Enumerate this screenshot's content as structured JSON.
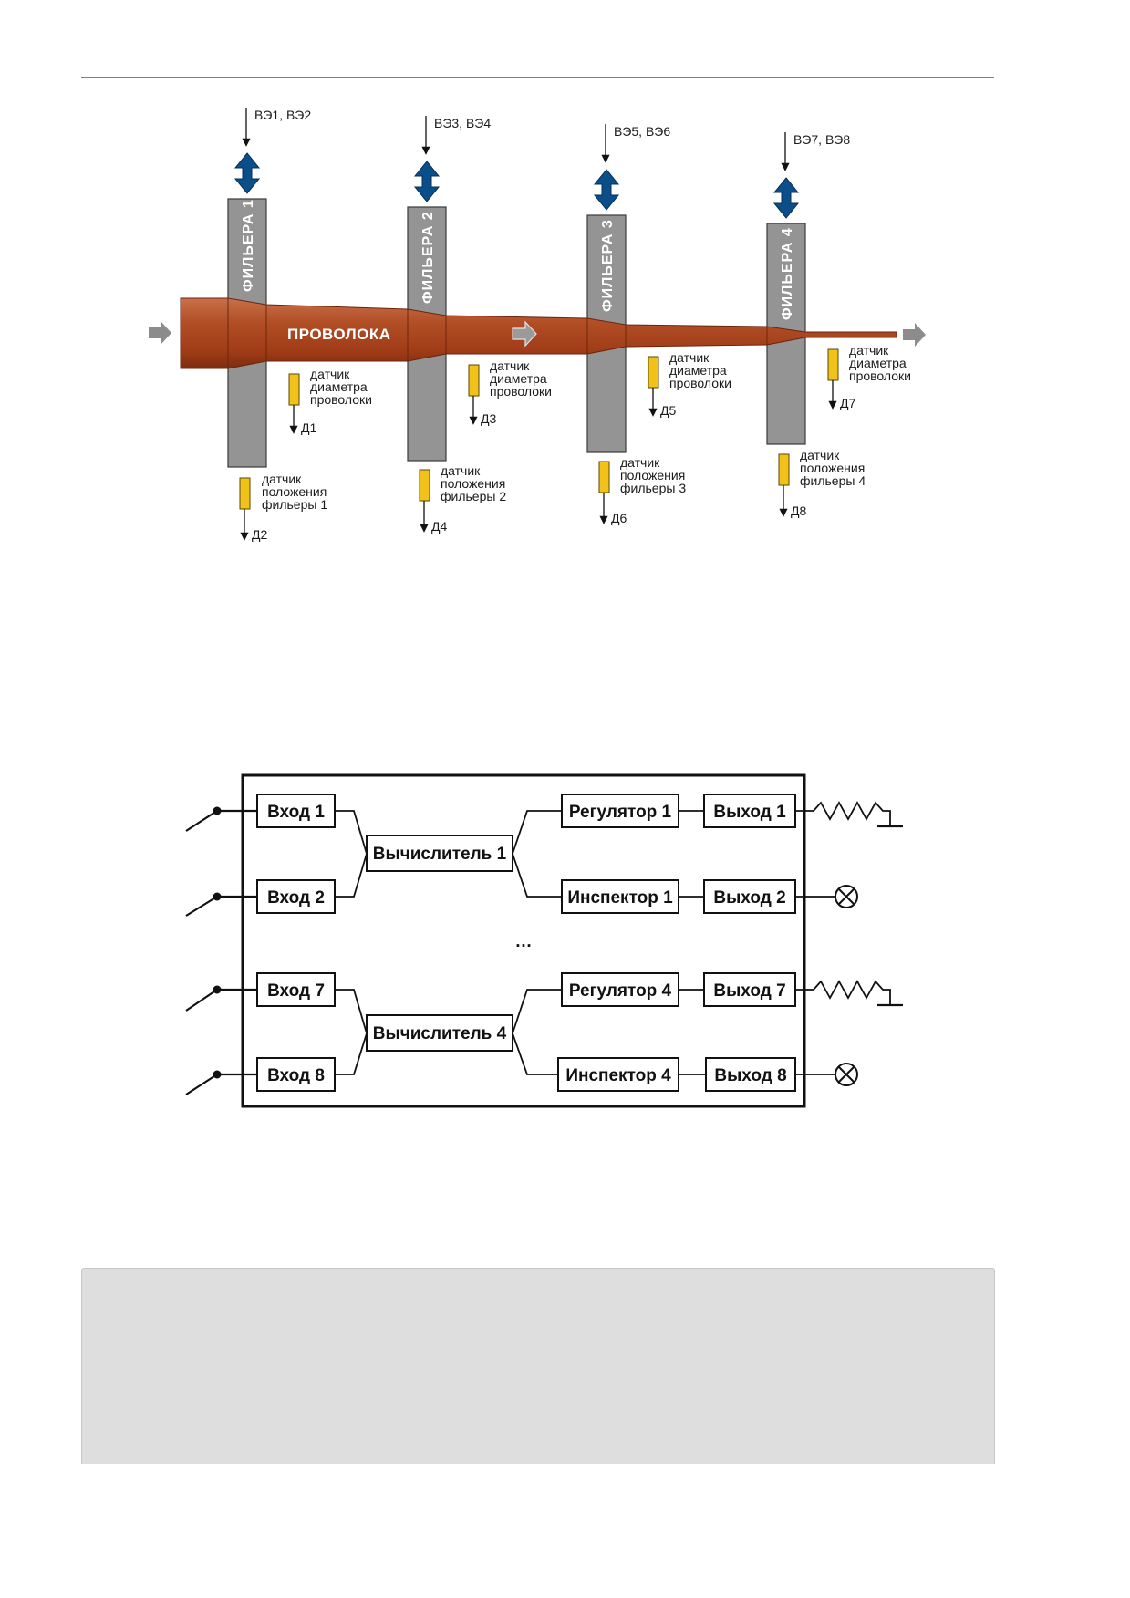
{
  "top_diagram": {
    "wire_label": "ПРОВОЛОКА",
    "stations": [
      {
        "actuator_label": "ВЭ1, ВЭ2",
        "die_label": "ФИЛЬЕРА 1",
        "diam_sensor": [
          "датчик",
          "диаметра",
          "проволоки"
        ],
        "diam_output": "Д1",
        "pos_sensor": [
          "датчик",
          "положения",
          "фильеры 1"
        ],
        "pos_output": "Д2"
      },
      {
        "actuator_label": "ВЭ3, ВЭ4",
        "die_label": "ФИЛЬЕРА 2",
        "diam_sensor": [
          "датчик",
          "диаметра",
          "проволоки"
        ],
        "diam_output": "Д3",
        "pos_sensor": [
          "датчик",
          "положения",
          "фильеры 2"
        ],
        "pos_output": "Д4"
      },
      {
        "actuator_label": "ВЭ5, ВЭ6",
        "die_label": "ФИЛЬЕРА 3",
        "diam_sensor": [
          "датчик",
          "диаметра",
          "проволоки"
        ],
        "diam_output": "Д5",
        "pos_sensor": [
          "датчик",
          "положения",
          "фильеры 3"
        ],
        "pos_output": "Д6"
      },
      {
        "actuator_label": "ВЭ7, ВЭ8",
        "die_label": "ФИЛЬЕРА 4",
        "diam_sensor": [
          "датчик",
          "диаметра",
          "проволоки"
        ],
        "diam_output": "Д7",
        "pos_sensor": [
          "датчик",
          "положения",
          "фильеры 4"
        ],
        "pos_output": "Д8"
      }
    ],
    "colors": {
      "wire": "#a9441e",
      "die": "#949494",
      "sensor": "#f2c21b",
      "double_arrow": "#0b4f8a",
      "flow_arrow": "#8c8c8c"
    }
  },
  "block_diagram": {
    "inputs": [
      "Вход 1",
      "Вход 2",
      "Вход 7",
      "Вход 8"
    ],
    "calculators": [
      "Вычислитель 1",
      "Вычислитель 4"
    ],
    "regulators": [
      "Регулятор 1",
      "Регулятор 4"
    ],
    "inspectors": [
      "Инспектор 1",
      "Инспектор 4"
    ],
    "outputs": [
      "Выход 1",
      "Выход 2",
      "Выход 7",
      "Выход 8"
    ],
    "ellipsis": "…"
  }
}
